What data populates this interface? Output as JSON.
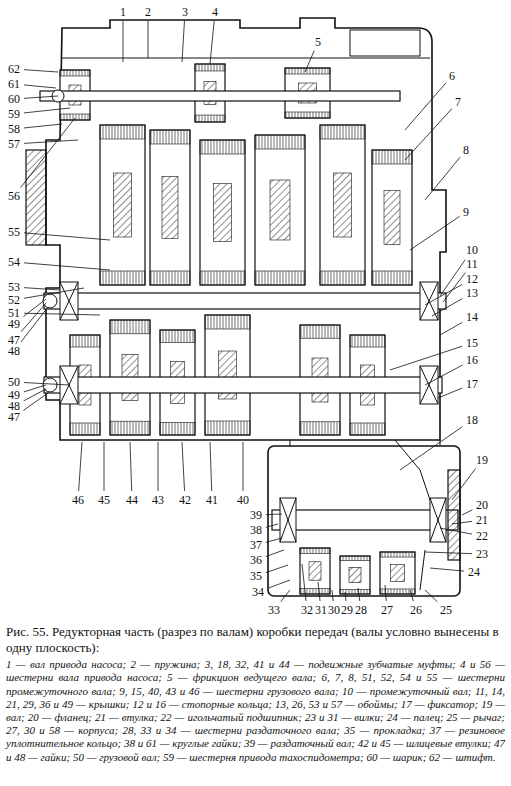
{
  "diagram": {
    "caption": "Рис. 55. Редукторная часть (разрез по валам) коробки передач (валы условно вынесены в одну плоскость):",
    "labels": [
      "1",
      "2",
      "3",
      "4",
      "5",
      "6",
      "7",
      "8",
      "9",
      "10",
      "11",
      "12",
      "13",
      "14",
      "15",
      "16",
      "17",
      "18",
      "19",
      "20",
      "21",
      "22",
      "23",
      "24",
      "25",
      "26",
      "27",
      "28",
      "29",
      "30",
      "31",
      "32",
      "33",
      "34",
      "35",
      "36",
      "37",
      "38",
      "39",
      "40",
      "41",
      "42",
      "43",
      "44",
      "45",
      "46",
      "62",
      "61",
      "60",
      "59",
      "58",
      "57",
      "56",
      "55",
      "54",
      "53",
      "52",
      "51",
      "49",
      "47",
      "48",
      "50",
      "49",
      "48",
      "47",
      "1 — вал привода насоса; 2 — пружина; 3, 18, 32, 41 и 44 — подвижные зубчатые муфты; 4 и 56 — шестерни вала привода насоса; 5 — фрикцион ведущего вала; 6, 7, 8, 51, 52, 54 и 55 — шестерни промежуточного вала; 9, 15, 40, 43 и 46 — шестерни грузового вала; 10 — промежуточный вал; 11, 14, 21, 29, 36 и 49 — крышки; 12 и 16 — стопорные кольца; 13, 26, 53 и 57 — обоймы; 17 — фиксатор; 19 — вал; 20 — фланец; 21 — втулка; 22 — игольчатый подшипник; 23 и 31 — вилки; 24 — палец; 25 — рычаг; 27, 30 и 58 — корпуса; 28, 33 и 34 — шестерни раздаточного вала; 35 — прокладка; 37 — резиновое уплотнительное кольцо; 38 и 61 — круглые гайки; 39 — раздаточный вал; 42 и 45 — шлицевые втулки; 47 и 48 — гайки; 50 — грузовой вал; 59 — шестерня привода тахоспидометра; 60 — шарик; 62 — штифт."
    ]
  }
}
